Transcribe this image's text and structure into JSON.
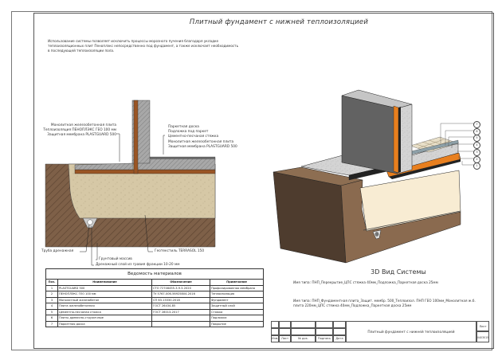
{
  "page": {
    "title": "Плитный фундамент с нижней теплоизоляцией",
    "intro": "Использование системы позволяет исключить процессы морозного пучения благодаря укладке теплоизоляционных плит Пеноплэкс непосредственно под фундамент, а также исключает необходимость в последующей теплоизоляции пола."
  },
  "section": {
    "left_labels": [
      "Монолитная железобетонная плита",
      "Теплоизоляция ПЕНОПЛЭКС ГЕО 100 мм",
      "Защитная мембрана PLASTGUARD 500"
    ],
    "right_labels": [
      "Паркетная доска",
      "Подложка под паркет",
      "Цементно-песчаная стяжка",
      "Монолитная железобетонная плита",
      "Защитная мембрана PLASTGUARD 500"
    ],
    "bottom_labels": {
      "drain_pipe": "Труба дренажная",
      "geotextile": "Геотекстиль TERRASOL 150",
      "soil": "Грунтовый массив",
      "gravel": "Дренажный слой из гравия фракции 10-20 мм"
    }
  },
  "materials": {
    "caption": "Ведомость материалов",
    "columns": [
      "Поз.",
      "Наименование",
      "Обозначение",
      "Примечание"
    ],
    "rows": [
      [
        "1",
        "PLASTGUARD 500",
        "СТО 72746455-3.9.3-2020",
        "Профилированная мембрана"
      ],
      [
        "2",
        "ПЕНОПЛЭКС ГЕО 100 мм",
        "ТУ 5767-006-56925804-2016",
        "Теплоизоляция"
      ],
      [
        "3",
        "Монолитный железобетон",
        "СП 63.13330.2018",
        "Фундамент"
      ],
      [
        "4",
        "Плита железобетонная",
        "ГОСТ 26434-85",
        "Защитный слой"
      ],
      [
        "5",
        "Цементно-песчаная стяжка",
        "ГОСТ 28013-2017",
        "Стяжка"
      ],
      [
        "6",
        "Плиты древесно-стружечные",
        "",
        "Подложка"
      ],
      [
        "7",
        "Паркетная доска",
        "",
        "Покрытие"
      ]
    ]
  },
  "iso": {
    "title": "3D Вид Системы",
    "callouts": [
      "7",
      "6",
      "5",
      "4",
      "3",
      "2",
      "1"
    ],
    "type_lines": [
      "Имя типа: ПНП_Перекрытие_ЦПС стяжка 40мм_Подложка_Паркетная доска 25мм",
      "Имя типа: ПНП_Фундаментная плита_Защит. мембр. 500_Теплоизол. ПНП ГЕО 100мм_Монолитная ж.б. плита 220мм_ЦПС стяжка 40мм_Подложка_Паркетная доска 25мм"
    ]
  },
  "stamp": {
    "headers": [
      "Изм.",
      "Лист",
      "№ док.",
      "Подпись",
      "Дата"
    ],
    "title": "Плитный фундамент с нижней теплоизоляцией",
    "sheet_label": "Лист",
    "sheet_code": "0403015"
  },
  "colors": {
    "insulation": "#b0652a",
    "concrete": "#a9a9a9",
    "soil": "#7a5c45",
    "gravel": "#d9ccab",
    "iso_insulation": "#e87f1e",
    "iso_soil": "#5e4a39",
    "iso_sand": "#f8ecd3"
  }
}
